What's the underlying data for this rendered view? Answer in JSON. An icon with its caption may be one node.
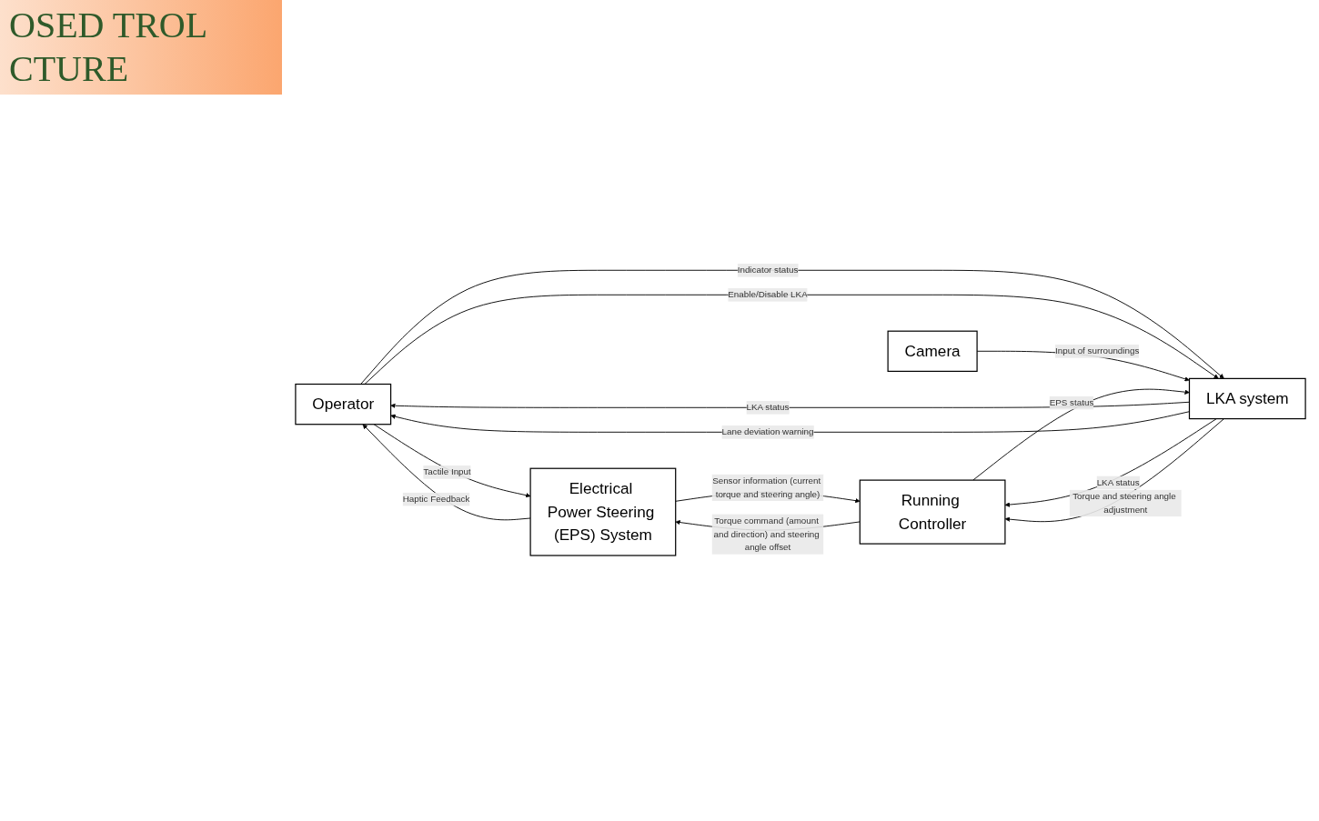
{
  "diagram": {
    "title": "OSED TROL CTURE",
    "nodes": [
      {
        "text": [
          "Operator"
        ]
      },
      {
        "text": [
          "Electrical Power Steering (EPS) System"
        ]
      },
      {
        "text": [
          "Camera"
        ]
      },
      {
        "text": [
          "LKA system"
        ]
      },
      {
        "text": [
          "Running Controller"
        ]
      }
    ],
    "edges": [
      {
        "from": 0,
        "to": 1,
        "arrow": "to",
        "label": "Tactile Input"
      },
      {
        "from": 1,
        "to": 0,
        "arrow": "to",
        "label": "Haptic Feedback"
      },
      {
        "from": 3,
        "to": 0,
        "arrow": "to",
        "label": "LKA status"
      },
      {
        "from": 3,
        "to": 0,
        "arrow": "to",
        "label": "Lane deviation warning"
      },
      {
        "from": 0,
        "to": 3,
        "arrow": "to",
        "label": "Indicator status"
      },
      {
        "from": 0,
        "to": 3,
        "arrow": "to",
        "label": "Enable/Disable LKA"
      },
      {
        "from": 2,
        "to": 3,
        "arrow": "to",
        "label": "Input of surroundings"
      },
      {
        "from": 4,
        "to": 3,
        "arrow": "to",
        "label": "EPS status"
      },
      {
        "from": 3,
        "to": 4,
        "arrow": "to",
        "label": "LKA status"
      },
      {
        "from": 3,
        "to": 4,
        "arrow": "to",
        "label": "Torque and steering angle adjustment"
      },
      {
        "from": 4,
        "to": 1,
        "arrow": "to",
        "label": "Torque command (amount and direction) and steering angle offset"
      },
      {
        "from": 1,
        "to": 4,
        "arrow": "to",
        "label": "Sensor information (current torque and steering angle)"
      }
    ]
  }
}
